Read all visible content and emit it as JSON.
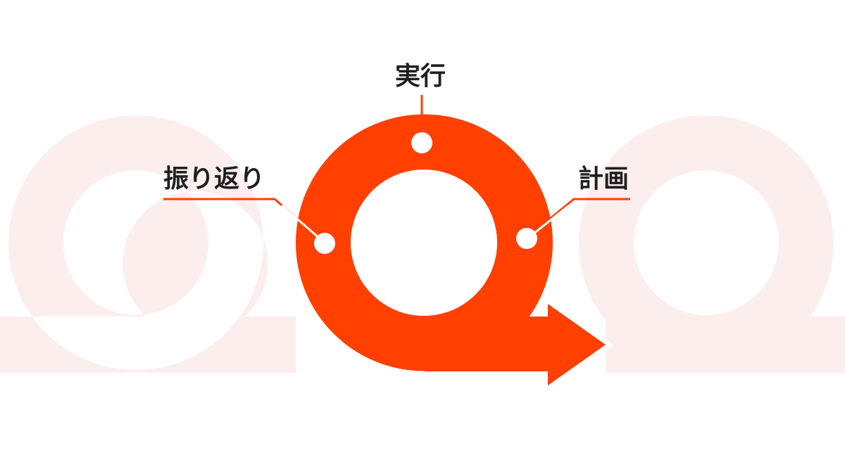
{
  "stages": {
    "execute": "実行",
    "reflect": "振り返り",
    "plan": "計画"
  },
  "colors": {
    "accent": "#ff4000",
    "faded": "#fdeeee",
    "text": "#1f1f1f",
    "background": "#ffffff"
  }
}
